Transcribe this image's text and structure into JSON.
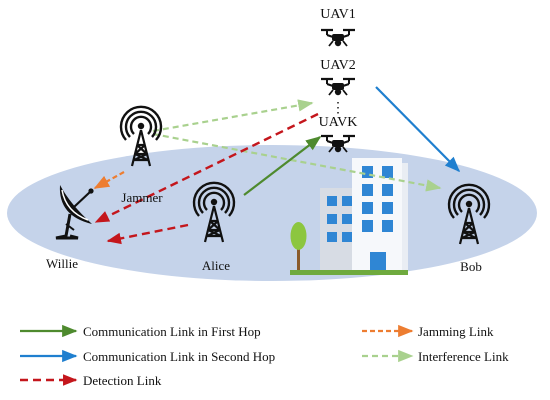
{
  "nodes": {
    "uav1": "UAV1",
    "uav2": "UAV2",
    "ellipsis": "⋮",
    "uavk": "UAVK",
    "jammer": "Jammer",
    "willie": "Willie",
    "alice": "Alice",
    "bob": "Bob"
  },
  "legend": {
    "first_hop": "Communication Link in First Hop",
    "second_hop": "Communication Link in Second Hop",
    "detection": "Detection Link",
    "jamming": "Jamming Link",
    "interference": "Interference Link"
  },
  "colors": {
    "first_hop": "#4e8a2e",
    "second_hop": "#1f7fcf",
    "detection": "#c4161c",
    "jamming": "#ed7d31",
    "interference": "#a9d18e",
    "ground": "#c5d3ea"
  },
  "icons": {
    "tower": "radio-tower-icon",
    "uav": "drone-icon",
    "dish": "satellite-dish-icon",
    "building": "office-building-icon",
    "tree": "tree-icon"
  }
}
